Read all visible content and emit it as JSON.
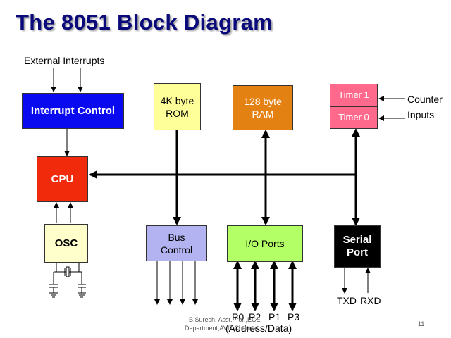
{
  "title": "The 8051 Block Diagram",
  "labels": {
    "external_interrupts": "External Interrupts",
    "counter": "Counter",
    "inputs": "Inputs",
    "txd": "TXD",
    "rxd": "RXD",
    "ports": [
      "P0",
      "P2",
      "P1",
      "P3"
    ],
    "address_data": "(Address/Data)"
  },
  "blocks": {
    "interrupt_control": "Interrupt Control",
    "cpu": "CPU",
    "osc": "OSC",
    "rom_line1": "4K byte",
    "rom_line2": "ROM",
    "ram_line1": "128 byte",
    "ram_line2": "RAM",
    "timer1": "Timer 1",
    "timer0": "Timer 0",
    "bus_line1": "Bus",
    "bus_line2": "Control",
    "io_ports": "I/O Ports",
    "serial_line1": "Serial",
    "serial_line2": "Port"
  },
  "colors": {
    "interrupt_control": "#0a0af0",
    "cpu": "#f22a0c",
    "osc": "#ffffcc",
    "rom": "#ffff99",
    "ram": "#e38112",
    "timer": "#ff6a8c",
    "bus_control": "#b3b3f2",
    "io_ports": "#b3ff66",
    "serial_port": "#000000"
  },
  "footer": {
    "line1": "B.Suresh, Asst.Prof.,ECE",
    "line2": "Department,AVIT,Chennai",
    "page": "11"
  }
}
